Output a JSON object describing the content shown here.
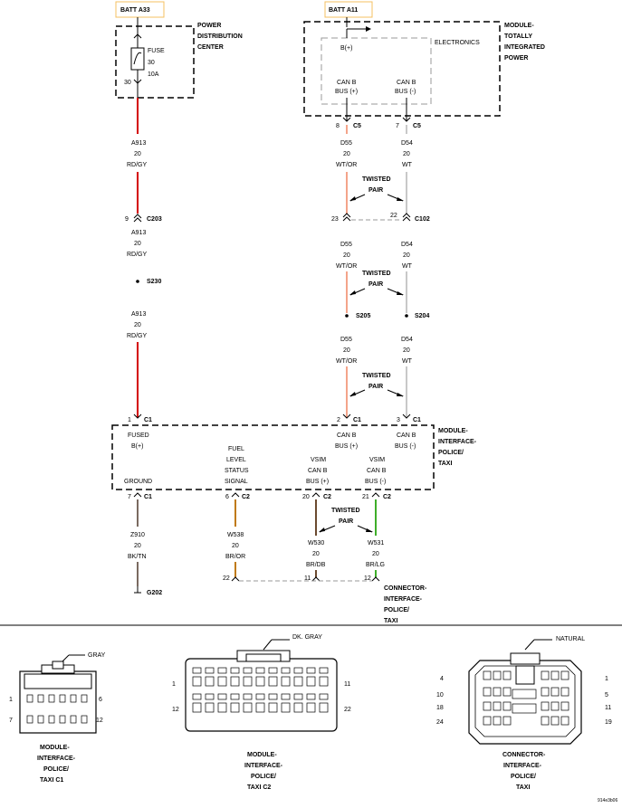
{
  "top_left_box": {
    "batt": "BATT A33",
    "module": [
      "POWER",
      "DISTRIBUTION",
      "CENTER"
    ],
    "fuse": "FUSE",
    "fuse_pin": "30",
    "fuse_amp": "10A",
    "fuse_num": "30"
  },
  "top_right_box": {
    "batt": "BATT A11",
    "module": [
      "MODULE-",
      "TOTALLY",
      "INTEGRATED",
      "POWER"
    ],
    "electronics": "ELECTRONICS",
    "bplus": "B(+)",
    "canb_pos": [
      "CAN B",
      "BUS (+)"
    ],
    "canb_neg": [
      "CAN B",
      "BUS (-)"
    ]
  },
  "wire_a913": [
    "A913",
    "20",
    "RD/GY"
  ],
  "wire_d55": [
    "D55",
    "20",
    "WT/OR"
  ],
  "wire_d54": [
    "D54",
    "20",
    "WT"
  ],
  "wire_z910": [
    "Z910",
    "20",
    "BK/TN"
  ],
  "wire_w538": [
    "W538",
    "20",
    "BR/OR"
  ],
  "wire_w530": [
    "W530",
    "20",
    "BR/DB"
  ],
  "wire_w531": [
    "W531",
    "20",
    "BR/LG"
  ],
  "twisted": [
    "TWISTED",
    "PAIR"
  ],
  "connectors": {
    "c5": "C5",
    "c203": "C203",
    "c102": "C102",
    "s230": "S230",
    "s205": "S205",
    "s204": "S204",
    "c1": "C1",
    "c2": "C2",
    "g202": "G202"
  },
  "pins": {
    "p8": "8",
    "p7": "7",
    "p9": "9",
    "p23": "23",
    "p22": "22",
    "p1": "1",
    "p2": "2",
    "p3": "3",
    "p6": "6",
    "p20": "20",
    "p21": "21",
    "p11": "11",
    "p12": "12"
  },
  "mid_box": {
    "module": [
      "MODULE-",
      "INTERFACE-",
      "POLICE/",
      "TAXI"
    ],
    "fused": [
      "FUSED",
      "B(+)"
    ],
    "fuel": [
      "FUEL",
      "LEVEL",
      "STATUS",
      "SIGNAL"
    ],
    "vsim_pos": [
      "VSIM",
      "CAN B",
      "BUS (+)"
    ],
    "vsim_neg": [
      "VSIM",
      "CAN B",
      "BUS (-)"
    ],
    "canb_pos": [
      "CAN B",
      "BUS (+)"
    ],
    "canb_neg": [
      "CAN B",
      "BUS (-)"
    ],
    "ground": "GROUND"
  },
  "bottom_connector_label": [
    "CONNECTOR-",
    "INTERFACE-",
    "POLICE/",
    "TAXI"
  ],
  "views": {
    "c1": {
      "color": "GRAY",
      "label": [
        "MODULE-",
        "INTERFACE-",
        "POLICE/",
        "TAXI C1"
      ],
      "pins": [
        "1",
        "6",
        "7",
        "12"
      ]
    },
    "c2": {
      "color": "DK. GRAY",
      "label": [
        "MODULE-",
        "INTERFACE-",
        "POLICE/",
        "TAXI C2"
      ],
      "pins": [
        "1",
        "11",
        "12",
        "22"
      ]
    },
    "conn": {
      "color": "NATURAL",
      "label": [
        "CONNECTOR-",
        "INTERFACE-",
        "POLICE/",
        "TAXI"
      ],
      "pins": [
        "4",
        "1",
        "10",
        "5",
        "18",
        "11",
        "24",
        "19"
      ]
    }
  },
  "code": "914e3b06",
  "colors": {
    "red": "#d40000",
    "orange_white": "#f4a48a",
    "white_wire": "#c8c8c8",
    "black_tan": "#7a6a60",
    "brown_orange": "#c07a10",
    "brown_blue": "#6b4a30",
    "brown_green": "#3fae2a"
  }
}
